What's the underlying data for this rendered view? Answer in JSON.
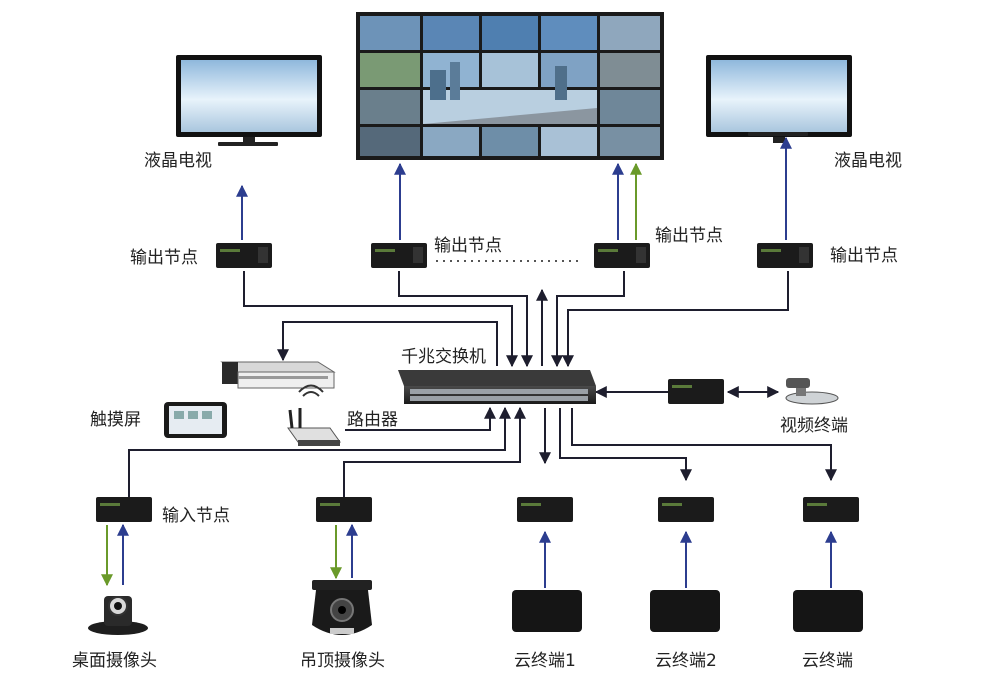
{
  "labels": {
    "lcd_left": "液晶电视",
    "lcd_right": "液晶电视",
    "output_node": "输出节点",
    "switch": "千兆交换机",
    "touch_screen": "触摸屏",
    "router": "路由器",
    "video_terminal": "视频终端",
    "input_node": "输入节点",
    "desktop_camera": "桌面摄像头",
    "ceiling_camera": "吊顶摄像头",
    "cloud1": "云终端1",
    "cloud2": "云终端2",
    "cloud3": "云终端"
  },
  "colors": {
    "line": "#1e1e2e",
    "arrow_blue": "#2c3d8f",
    "arrow_green": "#6a9a2a",
    "device_dark": "#1b1b1b",
    "screen_sky": "#cfe4f4"
  }
}
